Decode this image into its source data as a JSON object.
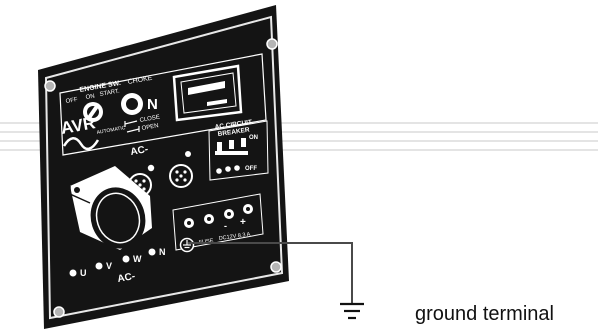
{
  "panel": {
    "engine_switch": {
      "title": "ENGINE SW.",
      "positions": [
        "OFF",
        "ON",
        "START."
      ]
    },
    "choke": {
      "title": "CHOKE",
      "knob_letter": "N",
      "close_label": "CLOSE",
      "open_label": "OPEN"
    },
    "avr": {
      "title": "AVR",
      "mode": "AUTOMATIC"
    },
    "breaker": {
      "title_line1": "AC CIRCUIT",
      "title_line2": "BREAKER",
      "on_label": "ON",
      "off_label": "OFF"
    },
    "ac_top_label": "AC-",
    "ac_bottom_label": "AC-",
    "phase_labels": [
      "U",
      "V",
      "W",
      "N"
    ],
    "fuse_label": "FUSE",
    "dc_label": "DC12V 8.3 A",
    "plus_label": "+",
    "minus_label": "-"
  },
  "callout": {
    "text": "ground terminal"
  },
  "colors": {
    "panel": "#141414",
    "frame": "#e8e8e8",
    "print": "#ffffff",
    "lead": "#4a4a4a",
    "guide": "#c9c9c9"
  }
}
